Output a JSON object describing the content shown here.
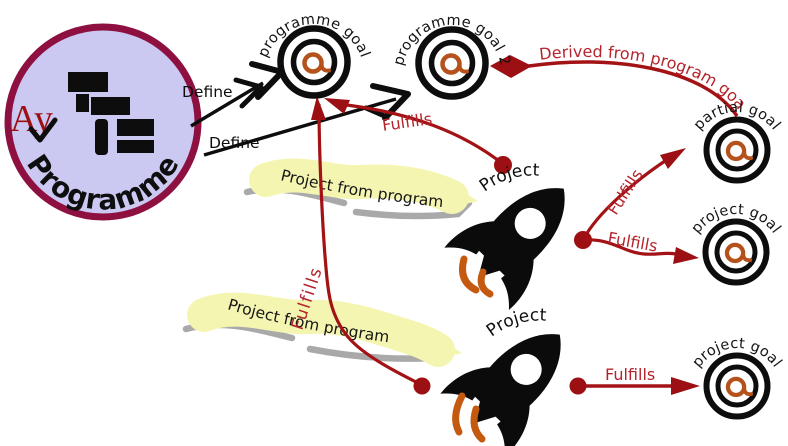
{
  "colors": {
    "edge_red": "#a31215",
    "accent_red": "#9c0f13",
    "label_red": "#b5242b",
    "node_fill": "#cbc8f2",
    "node_border": "#8e1040",
    "banner_fill": "#f5f5b2",
    "banner_shadow": "#a9a9a9",
    "glyph_orange": "#b5521b",
    "flame_orange": "#c45a10",
    "ink": "#0d0d0d",
    "white": "#ffffff"
  },
  "programme": {
    "label": "Programme",
    "badge": "Ay"
  },
  "targets": [
    {
      "label": "programme goal"
    },
    {
      "label": "programme goal 2"
    },
    {
      "label": "partial goal"
    },
    {
      "label": "project goal"
    },
    {
      "label": "project goal"
    }
  ],
  "projects": [
    {
      "label": "Project"
    },
    {
      "label": "Project"
    }
  ],
  "banners": [
    {
      "label": "Project from program"
    },
    {
      "label": "Project from program"
    }
  ],
  "edges": {
    "define_1": "Define",
    "define_2": "Define",
    "fulfills_top": "Fulfills",
    "fulfills_long": "Fulfills",
    "fulfills_partial": "Fulfills",
    "fulfills_mid": "Fulfills",
    "fulfills_bottom": "Fulfills",
    "derived": "Derived from program goal"
  }
}
